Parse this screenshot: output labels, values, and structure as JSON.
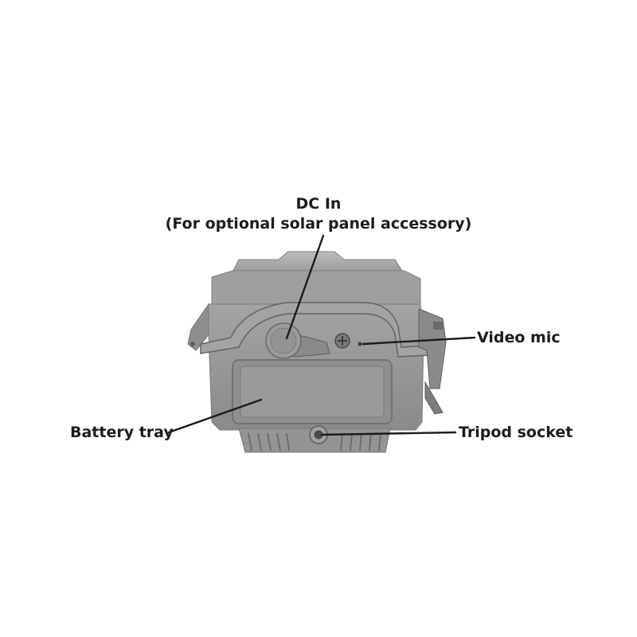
{
  "labels": {
    "dc_in_title": "DC In",
    "dc_in_subtitle": "(For optional solar panel accessory)",
    "video_mic": "Video mic",
    "battery_tray": "Battery tray",
    "tripod_socket": "Tripod socket"
  },
  "colors": {
    "body": "#8e8e8e",
    "body_dark": "#6f6f6f",
    "body_light": "#a6a6a6",
    "leader_line": "#1c1c1c",
    "text": "#1c1c1c"
  },
  "icons": [
    "dc-plug-cap-icon",
    "screw-icon",
    "mic-hole-icon",
    "tripod-socket-icon"
  ]
}
